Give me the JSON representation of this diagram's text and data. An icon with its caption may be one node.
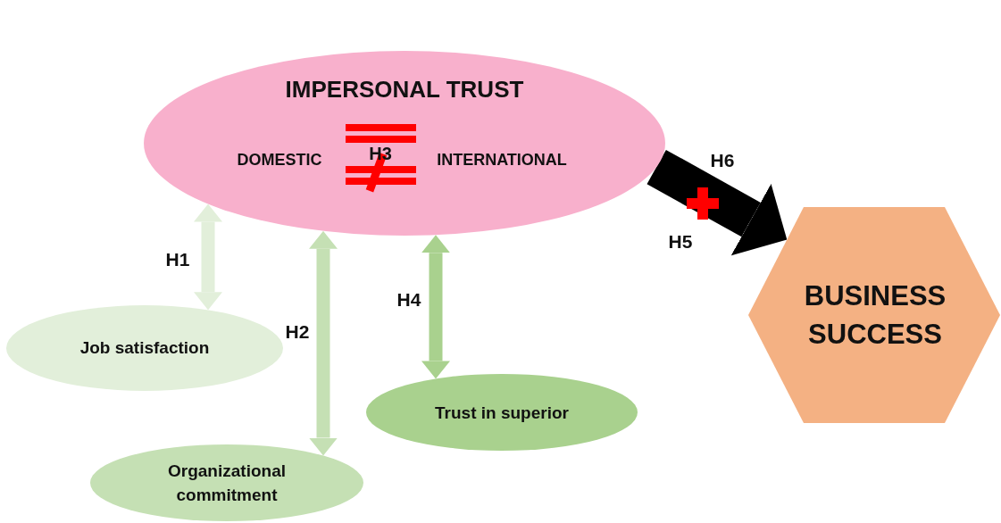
{
  "diagram": {
    "nodes": [
      {
        "text": [
          "IMPERSONAL TRUST",
          "DOMESTIC",
          "H3",
          "INTERNATIONAL"
        ]
      },
      {
        "text": [
          "Job satisfaction"
        ]
      },
      {
        "text": [
          "Organizational commitment"
        ]
      },
      {
        "text": [
          "Trust in superior"
        ]
      },
      {
        "text": [
          "BUSINESS SUCCESS"
        ]
      }
    ],
    "edges": [
      {
        "from": 0,
        "to": 1,
        "arrow": "both",
        "label": "H1",
        "color": "#e2efda"
      },
      {
        "from": 0,
        "to": 2,
        "arrow": "both",
        "label": "H2",
        "color": "#c5e0b4"
      },
      {
        "from": 0,
        "to": 3,
        "arrow": "both",
        "label": "H4",
        "color": "#a9d18e"
      },
      {
        "from": 0,
        "to": 4,
        "arrow": "to",
        "label": "H5",
        "style": "thick",
        "color": "#000000"
      }
    ],
    "labels": [
      "H6"
    ]
  }
}
